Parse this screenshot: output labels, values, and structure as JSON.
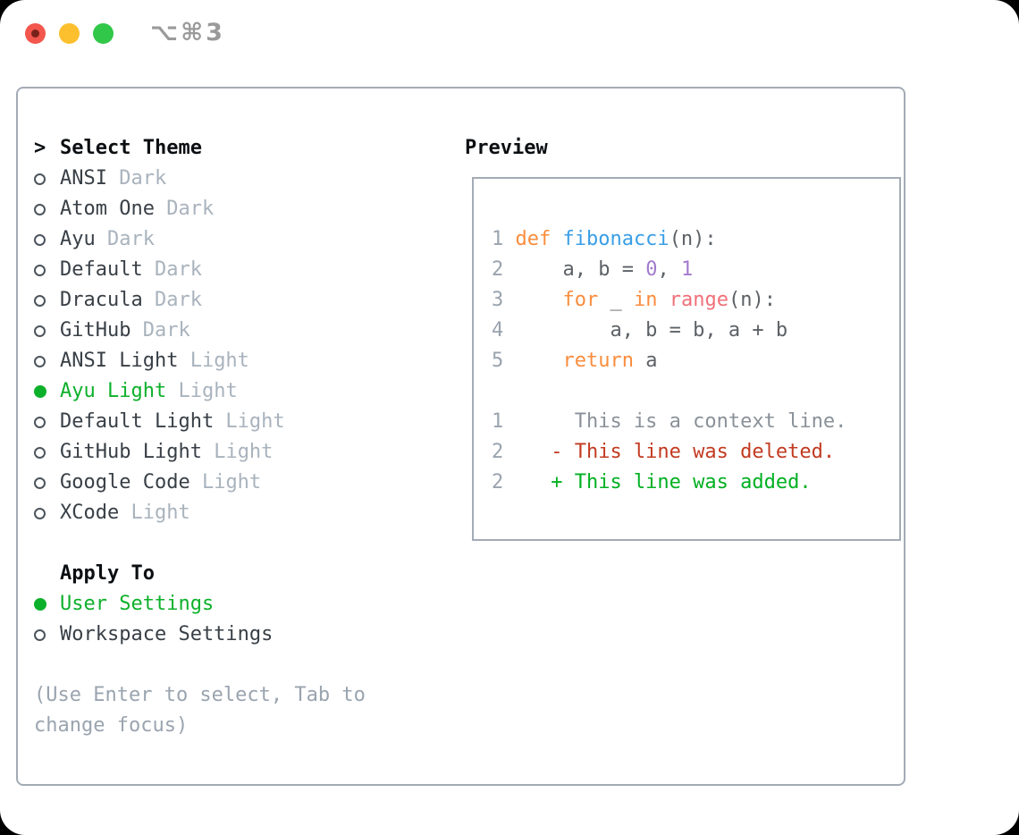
{
  "titlebar": {
    "shortcut_label": "⌥⌘3",
    "buttons": [
      "close",
      "minimize",
      "zoom"
    ]
  },
  "theme_list": {
    "header": "Select Theme",
    "items": [
      {
        "name": "ANSI",
        "tag": "Dark",
        "selected": false
      },
      {
        "name": "Atom One",
        "tag": "Dark",
        "selected": false
      },
      {
        "name": "Ayu",
        "tag": "Dark",
        "selected": false
      },
      {
        "name": "Default",
        "tag": "Dark",
        "selected": false
      },
      {
        "name": "Dracula",
        "tag": "Dark",
        "selected": false
      },
      {
        "name": "GitHub",
        "tag": "Dark",
        "selected": false
      },
      {
        "name": "ANSI Light",
        "tag": "Light",
        "selected": false
      },
      {
        "name": "Ayu Light",
        "tag": "Light",
        "selected": true
      },
      {
        "name": "Default Light",
        "tag": "Light",
        "selected": false
      },
      {
        "name": "GitHub Light",
        "tag": "Light",
        "selected": false
      },
      {
        "name": "Google Code",
        "tag": "Light",
        "selected": false
      },
      {
        "name": "XCode",
        "tag": "Light",
        "selected": false
      }
    ]
  },
  "apply_to": {
    "header": "Apply To",
    "options": [
      {
        "label": "User Settings",
        "selected": true
      },
      {
        "label": "Workspace Settings",
        "selected": false
      }
    ]
  },
  "help_text": "(Use Enter to select, Tab to change focus)",
  "preview": {
    "title": "Preview",
    "lines": [
      {
        "num": "1",
        "segments": [
          {
            "text": "def ",
            "color": "keyword"
          },
          {
            "text": "fibonacci",
            "color": "function"
          },
          {
            "text": "(n):",
            "color": "plain"
          }
        ]
      },
      {
        "num": "2",
        "segments": [
          {
            "text": "    a, b = ",
            "color": "plain"
          },
          {
            "text": "0",
            "color": "number"
          },
          {
            "text": ", ",
            "color": "plain"
          },
          {
            "text": "1",
            "color": "number"
          }
        ]
      },
      {
        "num": "3",
        "segments": [
          {
            "text": "    ",
            "color": "plain"
          },
          {
            "text": "for",
            "color": "keyword"
          },
          {
            "text": " _ ",
            "color": "plain"
          },
          {
            "text": "in",
            "color": "keyword"
          },
          {
            "text": " ",
            "color": "plain"
          },
          {
            "text": "range",
            "color": "call"
          },
          {
            "text": "(n):",
            "color": "plain"
          }
        ]
      },
      {
        "num": "4",
        "segments": [
          {
            "text": "        a, b = b, a + b",
            "color": "plain"
          }
        ]
      },
      {
        "num": "5",
        "segments": [
          {
            "text": "    ",
            "color": "plain"
          },
          {
            "text": "return",
            "color": "keyword"
          },
          {
            "text": " a",
            "color": "plain"
          }
        ]
      },
      {
        "num": "",
        "segments": []
      },
      {
        "num": "1",
        "segments": [
          {
            "text": "     This is a context line.",
            "color": "context"
          }
        ]
      },
      {
        "num": "2",
        "segments": [
          {
            "text": "   - This line was deleted.",
            "color": "deleted"
          }
        ]
      },
      {
        "num": "2",
        "segments": [
          {
            "text": "   + This line was added.",
            "color": "added"
          }
        ]
      }
    ]
  },
  "colors": {
    "accent_green": "#0db02a",
    "keyword_orange": "#fa8d3e",
    "function_blue": "#399ee6",
    "number_purple": "#a37acc",
    "call_coral": "#f0707a",
    "code_plain": "#5c6166",
    "gutter_gray": "#9aa3ae",
    "deleted_red": "#c23a20",
    "added_green": "#00b022",
    "tag_gray": "#a9b3bd",
    "border_gray": "#a3abb5",
    "traffic_red": "#f2564c",
    "traffic_yellow": "#fcc02e",
    "traffic_green": "#31c748"
  }
}
